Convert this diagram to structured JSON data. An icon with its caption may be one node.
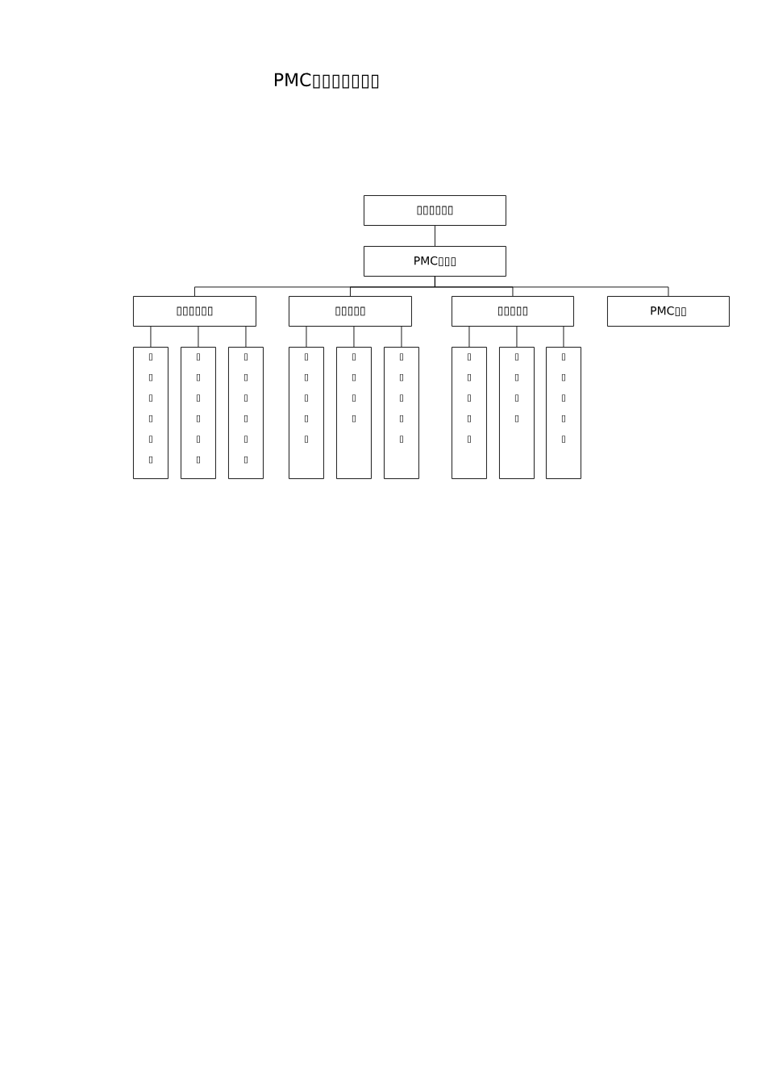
{
  "diagram": {
    "title": "PMC▯▯▯▯▯▯▯",
    "nodes": [
      {
        "text": [
          "▯▯▯▯▯▯"
        ]
      },
      {
        "text": [
          "PMC▯▯▯"
        ]
      },
      {
        "text": [
          "▯▯▯▯▯▯"
        ]
      },
      {
        "text": [
          "▯▯▯▯▯"
        ]
      },
      {
        "text": [
          "▯▯▯▯▯"
        ]
      },
      {
        "text": [
          "PMC▯▯"
        ]
      },
      {
        "text": [
          "▯▯▯▯▯▯"
        ]
      },
      {
        "text": [
          "▯▯▯▯▯▯"
        ]
      },
      {
        "text": [
          "▯▯▯▯▯▯"
        ]
      },
      {
        "text": [
          "▯▯▯▯▯"
        ]
      },
      {
        "text": [
          "▯▯▯▯"
        ]
      },
      {
        "text": [
          "▯▯▯▯▯"
        ]
      },
      {
        "text": [
          "▯▯▯▯▯"
        ]
      },
      {
        "text": [
          "▯▯▯▯"
        ]
      },
      {
        "text": [
          "▯▯▯▯▯"
        ]
      }
    ],
    "edges": [
      {
        "from": 0,
        "to": 1,
        "arrow": "none"
      },
      {
        "from": 1,
        "to": 2,
        "arrow": "none"
      },
      {
        "from": 1,
        "to": 3,
        "arrow": "none"
      },
      {
        "from": 1,
        "to": 4,
        "arrow": "none"
      },
      {
        "from": 1,
        "to": 5,
        "arrow": "none"
      },
      {
        "from": 2,
        "to": 6,
        "arrow": "none"
      },
      {
        "from": 2,
        "to": 7,
        "arrow": "none"
      },
      {
        "from": 2,
        "to": 8,
        "arrow": "none"
      },
      {
        "from": 3,
        "to": 9,
        "arrow": "none"
      },
      {
        "from": 3,
        "to": 10,
        "arrow": "none"
      },
      {
        "from": 3,
        "to": 11,
        "arrow": "none"
      },
      {
        "from": 4,
        "to": 12,
        "arrow": "none"
      },
      {
        "from": 4,
        "to": 13,
        "arrow": "none"
      },
      {
        "from": 4,
        "to": 14,
        "arrow": "none"
      }
    ]
  }
}
